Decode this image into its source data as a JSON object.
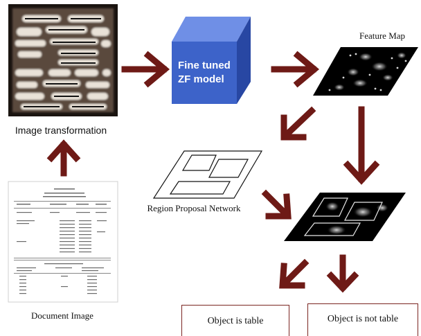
{
  "diagram": {
    "colors": {
      "arrow": "#6e1a16",
      "cube_front": "#3d63c9",
      "cube_top": "#6f8fe6",
      "cube_side": "#2847a3",
      "result_border": "#7a2420"
    },
    "nodes": {
      "transformed_image": {
        "label": "Image transformation"
      },
      "cnn_model": {
        "label_line1": "Fine tuned",
        "label_line2": "ZF model"
      },
      "feature_map": {
        "label": "Feature Map"
      },
      "region_proposal": {
        "label": "Region Proposal Network"
      },
      "document_image": {
        "label": "Document Image"
      },
      "result_table": {
        "label": "Object is table"
      },
      "result_not_table": {
        "label": "Object is not table"
      }
    }
  }
}
